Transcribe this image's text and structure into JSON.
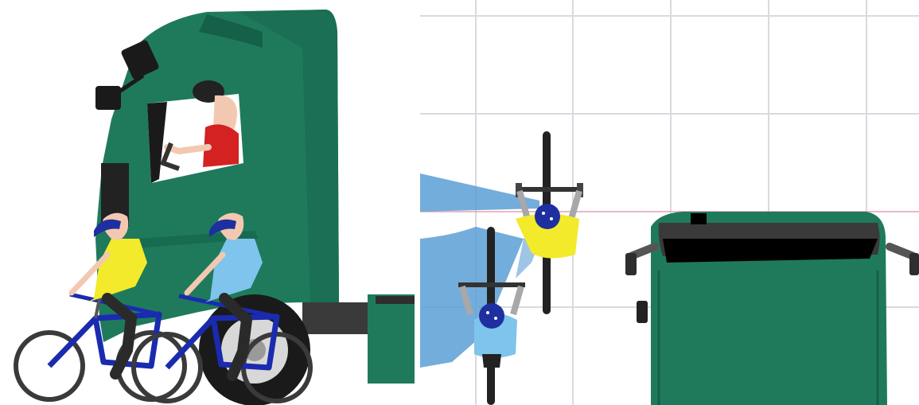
{
  "scene": {
    "colors": {
      "cab_green": "#1f7a5c",
      "cab_dark": "#156048",
      "driver_shirt": "#d42222",
      "cyclist_front_jersey": "#f2ea2a",
      "cyclist_rear_jersey": "#7fc4ec",
      "helmet": "#1e2fa0",
      "bike_frame": "#1a2bb0",
      "tyre": "#2a2a2a",
      "visibility_zone": "#5b9fd6",
      "grid_line": "#d9d9e0",
      "reference_line": "#e6a0b0"
    },
    "icons": [
      "truck-cab-side",
      "truck-cab-top",
      "driver",
      "cyclist-side",
      "cyclist-top",
      "mirror",
      "field-of-view"
    ]
  }
}
